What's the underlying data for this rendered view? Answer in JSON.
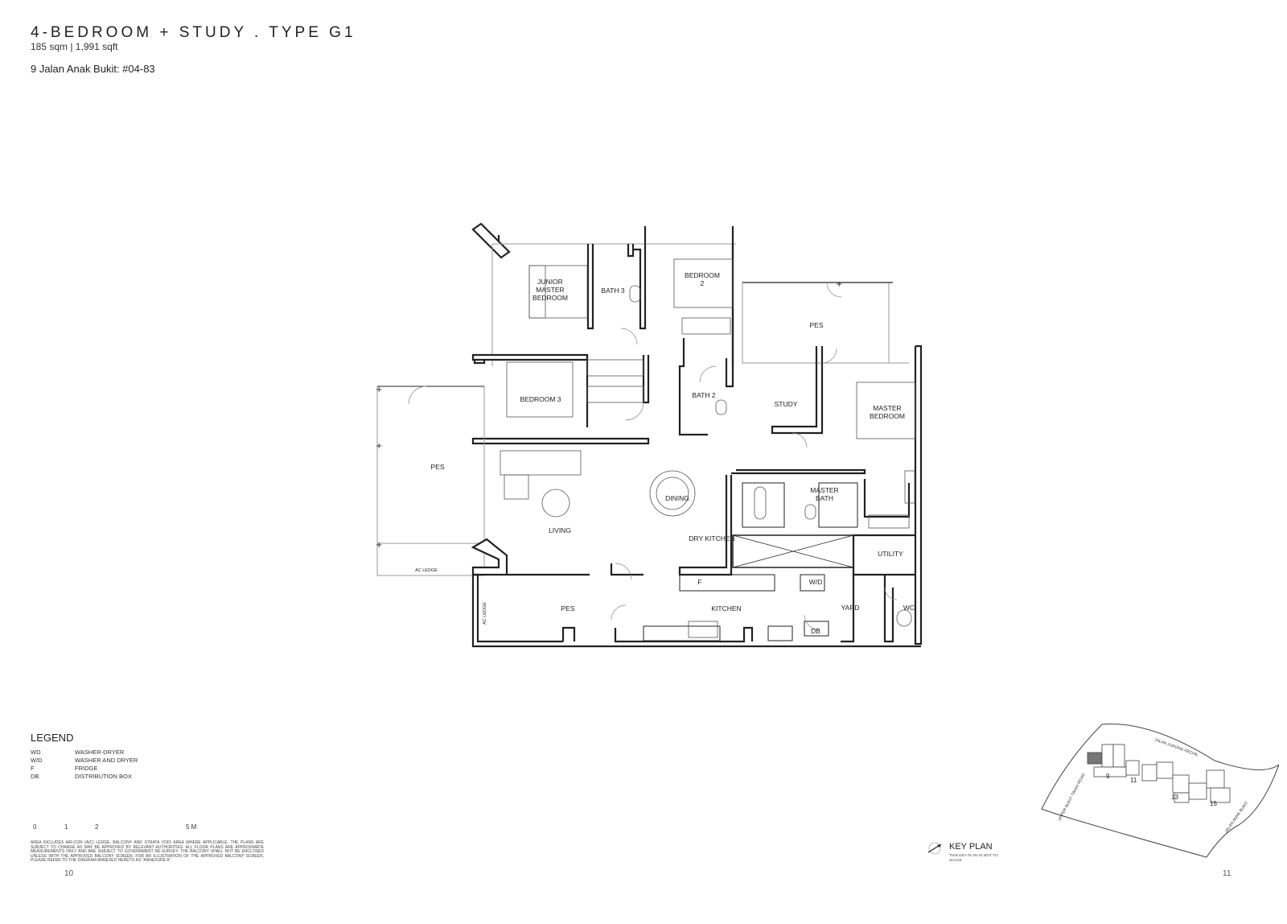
{
  "header": {
    "title": "4-BEDROOM + STUDY . TYPE G1",
    "area": "185 sqm | 1,991 sqft",
    "unit": "9 Jalan Anak Bukit:  #04-83"
  },
  "rooms": {
    "junior_master_line1": "JUNIOR",
    "junior_master_line2": "MASTER",
    "junior_master_line3": "BEDROOM",
    "bath3": "BATH 3",
    "bedroom2_line1": "BEDROOM",
    "bedroom2_line2": "2",
    "pes_top": "PES",
    "bedroom3": "BEDROOM 3",
    "bath2": "BATH 2",
    "study": "STUDY",
    "master_bedroom_line1": "MASTER",
    "master_bedroom_line2": "BEDROOM",
    "pes_left": "PES",
    "dining": "DINING",
    "master_bath_line1": "MASTER",
    "master_bath_line2": "BATH",
    "living": "LIVING",
    "dry_kitchen": "DRY KITCHEN",
    "utility": "UTILITY",
    "ac_ledge_left": "AC LEDGE",
    "fridge": "F",
    "wd": "W/D",
    "ac_ledge_bottom": "AC LEDGE",
    "pes_bottom": "PES",
    "kitchen": "KITCHEN",
    "yard": "YARD",
    "wc": "WC",
    "db": "DB"
  },
  "legend": {
    "title": "LEGEND",
    "items": [
      {
        "abbr": "WD",
        "desc": "WASHER-DRYER"
      },
      {
        "abbr": "W/D",
        "desc": "WASHER AND DRYER"
      },
      {
        "abbr": "F",
        "desc": "FRIDGE"
      },
      {
        "abbr": "DB",
        "desc": "DISTRIBUTION BOX"
      }
    ]
  },
  "scale": {
    "ticks": [
      "0",
      "1",
      "2",
      "5 M"
    ]
  },
  "disclaimer": "Area includes air-con (a/c) ledge, balcony and strata void area where applicable. The plans are subject to change as may be approved by relevant authorities. All floor plans are approximate measurements only and are subject to government re-survey. The balcony shall not be enclosed unless with the approved balcony screen. For an illustration of the approved balcony screen, please refer to the diagram annexed hereto as \"annexure a\".",
  "page_numbers": {
    "left": "10",
    "right": "11"
  },
  "key_plan": {
    "label": "KEY PLAN",
    "note": "This key plan is not to scale",
    "roads": {
      "jurong_kechil": "JALAN JURONG KECHIL",
      "upper_bukit_timah": "UPPER BUKIT TIMAH ROAD",
      "anak_bukit": "JALAN ANAK BUKIT"
    },
    "block_numbers": {
      "b9": "9",
      "b11": "11",
      "b13": "13",
      "b15": "15"
    }
  },
  "colors": {
    "ink": "#222222",
    "highlight_block": "#777777"
  }
}
